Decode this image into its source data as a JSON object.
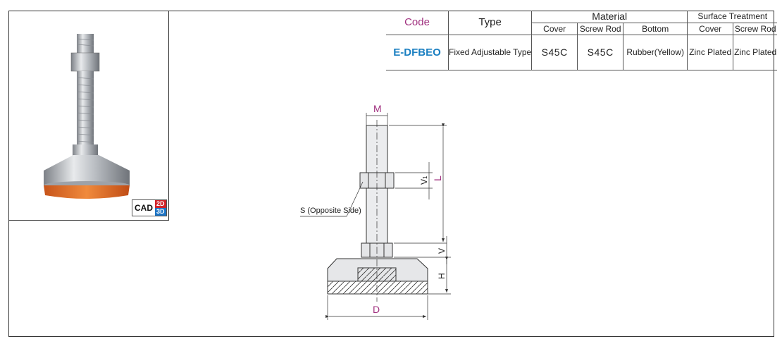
{
  "table": {
    "headers": {
      "code": "Code",
      "type": "Type",
      "material": "Material",
      "surface_treatment": "Surface Treatment",
      "material_cols": [
        "Cover",
        "Screw Rod",
        "Bottom"
      ],
      "surface_cols": [
        "Cover",
        "Screw Rod"
      ]
    },
    "row": {
      "code": "E-DFBEO",
      "type": "Fixed Adjustable Type",
      "cover": "S45C",
      "screw_rod": "S45C",
      "bottom": "Rubber(Yellow)",
      "surface_cover": "Zinc Plated",
      "surface_screw_rod": "Zinc Plated"
    }
  },
  "badge": {
    "cad": "CAD",
    "d2": "2D",
    "d3": "3D"
  },
  "drawing": {
    "labels": {
      "M": "M",
      "L": "L",
      "V1": "V",
      "V1_sub": "1",
      "V": "V",
      "H": "H",
      "D": "D",
      "S": "S (Opposite Side)"
    }
  },
  "colors": {
    "code_header": "#a0307f",
    "code_value": "#1a7fc1",
    "dimension_label": "#a0307f",
    "rubber": "#e8782a"
  }
}
